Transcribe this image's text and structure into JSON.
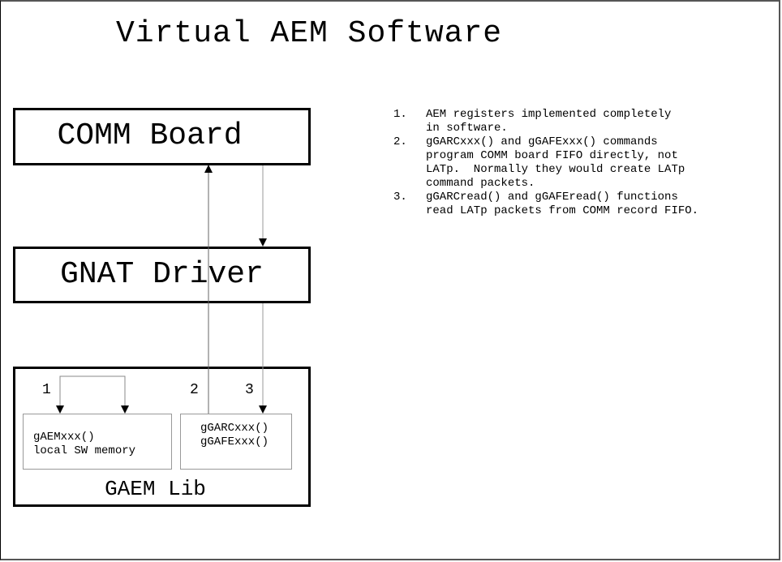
{
  "title": "Virtual AEM Software",
  "boxes": {
    "comm": "COMM Board",
    "gnat": "GNAT Driver",
    "gaem": "GAEM Lib"
  },
  "sub_boxes": {
    "local": "gAEMxxx()\nlocal SW memory",
    "commands": "gGARCxxx()\ngGAFExxx()"
  },
  "path_labels": [
    "1",
    "2",
    "3"
  ],
  "notes": [
    {
      "num": "1.",
      "text": "AEM registers implemented completely\nin software."
    },
    {
      "num": "2.",
      "text": "gGARCxxx() and gGAFExxx() commands\nprogram COMM board FIFO directly, not\nLATp.  Normally they would create LATp\ncommand packets."
    },
    {
      "num": "3.",
      "text": "gGARCread() and gGAFEread() functions\nread LATp packets from COMM record FIFO."
    }
  ]
}
